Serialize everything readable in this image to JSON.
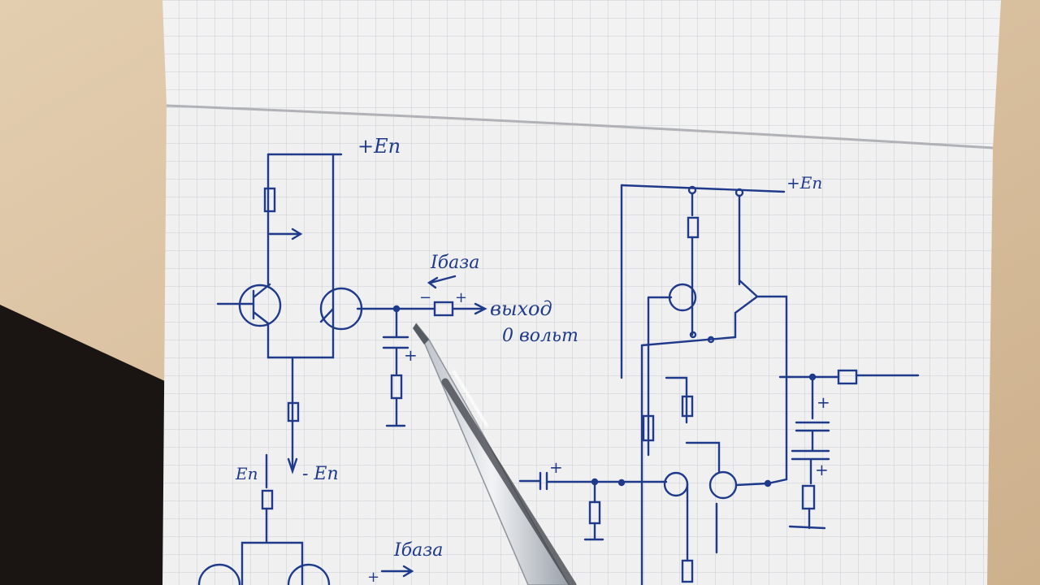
{
  "photo": {
    "subject": "hand-drawn transistor circuit schematics on grid notebook paper with a ballpoint pen",
    "ink_color": "#1f3a8a",
    "paper_color": "#f2f2f2",
    "grid_color": "#c9ccd3",
    "desk_color": "#d9c2a3",
    "shadow_color": "#1a1412"
  },
  "labels": {
    "supply_top_left": "+Eп",
    "supply_top_right": "+Eп",
    "base_current_top": "Iбаза",
    "output_label": "выход",
    "zero_volt_label": "0 вольт",
    "neg_supply": "- Eп",
    "pos_supply_bottom": "Eп",
    "base_current_bottom": "Iбаза",
    "plus_sign": "+",
    "minus_sign": "−"
  }
}
